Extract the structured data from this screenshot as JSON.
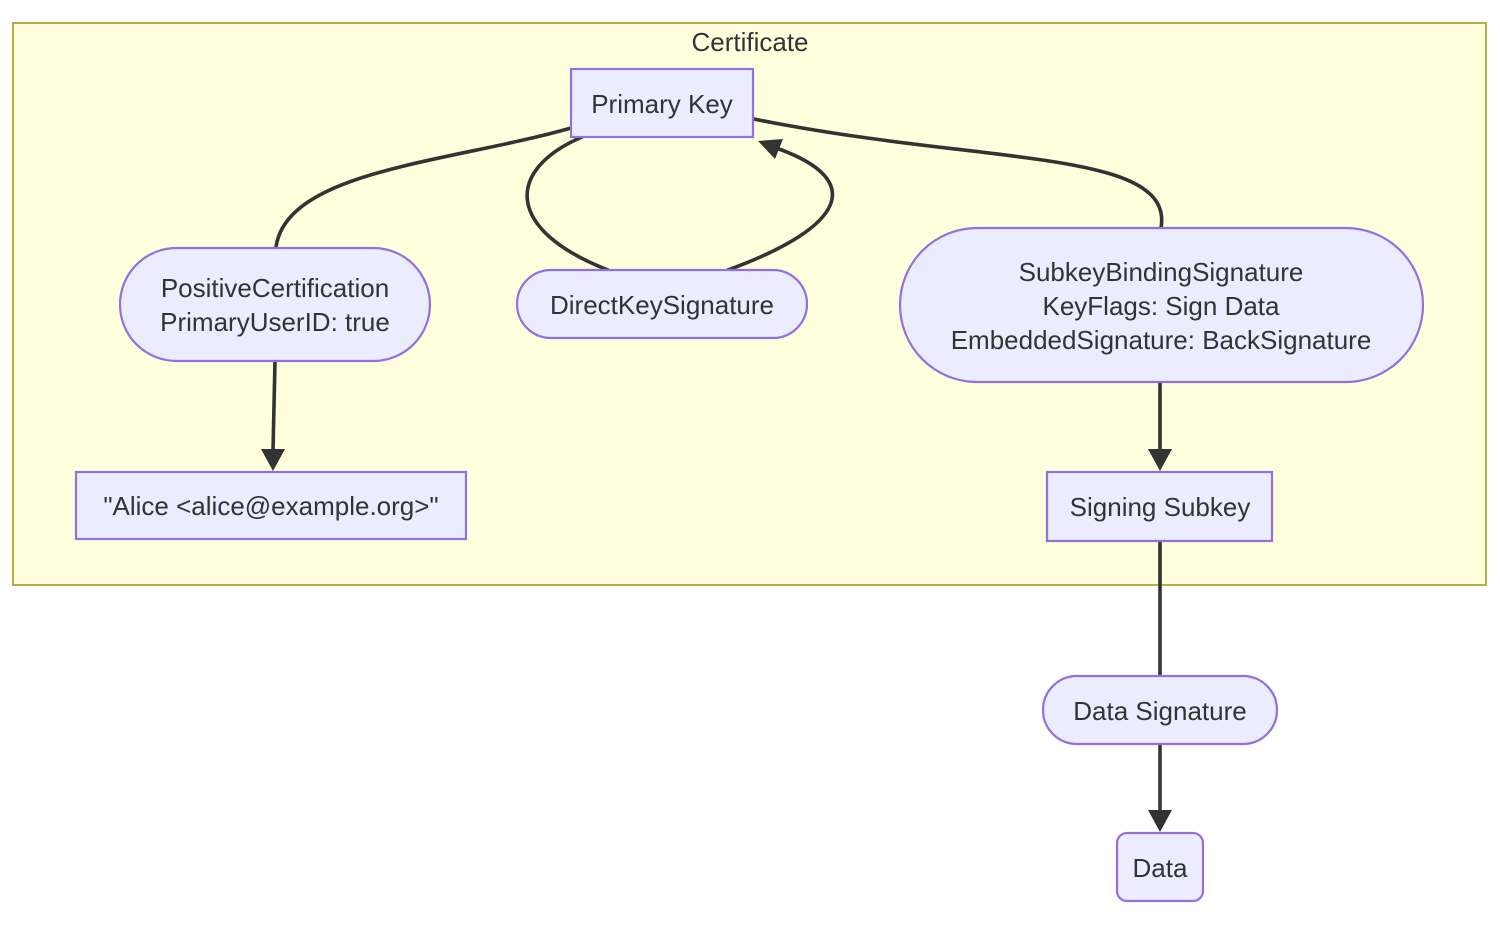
{
  "diagram": {
    "type": "flowchart",
    "container": {
      "title": "Certificate",
      "fill": "#ffffde",
      "border": "#aaaa33"
    },
    "colors": {
      "node_fill": "#ECECFF",
      "node_border": "#9370DB",
      "edge": "#333333",
      "text": "#333333"
    },
    "nodes": {
      "primary_key": {
        "label": "Primary Key",
        "shape": "rect"
      },
      "positive_certification": {
        "lines": [
          "PositiveCertification",
          "PrimaryUserID: true"
        ],
        "shape": "stadium"
      },
      "direct_key_signature": {
        "label": "DirectKeySignature",
        "shape": "stadium"
      },
      "subkey_binding_signature": {
        "lines": [
          "SubkeyBindingSignature",
          "KeyFlags: Sign Data",
          "EmbeddedSignature: BackSignature"
        ],
        "shape": "stadium"
      },
      "user_id": {
        "label": "\"Alice <alice@example.org>\"",
        "shape": "rect"
      },
      "signing_subkey": {
        "label": "Signing Subkey",
        "shape": "rect"
      },
      "data_signature": {
        "label": "Data Signature",
        "shape": "stadium"
      },
      "data": {
        "label": "Data",
        "shape": "rounded-rect"
      }
    },
    "edges": [
      {
        "from": "primary_key",
        "to": "positive_certification",
        "arrow": false
      },
      {
        "from": "positive_certification",
        "to": "user_id",
        "arrow": true
      },
      {
        "from": "primary_key",
        "to": "direct_key_signature",
        "arrow": false
      },
      {
        "from": "direct_key_signature",
        "to": "primary_key",
        "arrow": true
      },
      {
        "from": "primary_key",
        "to": "subkey_binding_signature",
        "arrow": false
      },
      {
        "from": "subkey_binding_signature",
        "to": "signing_subkey",
        "arrow": true
      },
      {
        "from": "signing_subkey",
        "to": "data_signature",
        "arrow": false
      },
      {
        "from": "data_signature",
        "to": "data",
        "arrow": true
      }
    ]
  }
}
